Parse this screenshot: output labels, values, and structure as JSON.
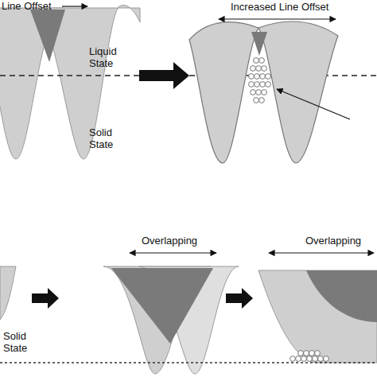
{
  "diagram": {
    "labels": [
      "Line Offset",
      "Liquid State",
      "Solid State",
      "Increased Line Offset",
      "Overlapping",
      "Overlapping",
      "Solid State"
    ]
  }
}
